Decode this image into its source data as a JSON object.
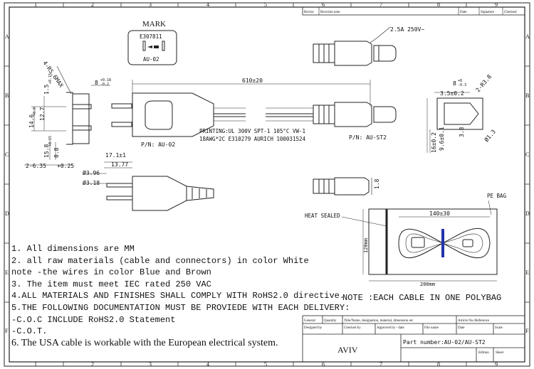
{
  "border": {
    "columns": [
      "1",
      "2",
      "3",
      "4",
      "5",
      "6",
      "7",
      "8",
      "9"
    ],
    "rows": [
      "A",
      "B",
      "C",
      "D",
      "E",
      "F"
    ]
  },
  "revision_header": {
    "revise": "Revise",
    "revision_note": "Revision note",
    "date": "Date",
    "signature": "Signature",
    "checked": "Checked"
  },
  "mark_box": {
    "title": "MARK",
    "code": "E307811",
    "part": "AU-02"
  },
  "dimensions": {
    "radius": "4-R5.6MAX",
    "pin_width": "8",
    "pin_width_tol_top": "+0.18",
    "pin_width_tol_bot": "-0.2",
    "blade_thickness": "1.5",
    "blade_thickness_tol": "+0.15",
    "height": "14.6",
    "height_tol": "+0.8",
    "blade_len": "12.7",
    "blade_len2": "15.8",
    "blade_len2_tol": "+0.15",
    "blade_gap": "0.8",
    "hole": "2-6.35",
    "hole_tol": "+0.25",
    "cable_len": "610±20",
    "d1": "17.1±1",
    "d2": "13.77",
    "dia1": "Ø3.96",
    "dia2": "Ø3.18",
    "rating": "2.5A  250V~",
    "r_d1": "8",
    "r_d1_tol": "+0",
    "r_d1_tol2": "-0.3",
    "r_d2": "3.5±0.2",
    "r_d3": "2-R3.8",
    "r_d4": "16±0.2",
    "r_d5": "9.6±0.1",
    "r_d6": "3.8",
    "r_d7": "Ø1.3",
    "r_d8": "1.8"
  },
  "labels": {
    "p_left": "P/N: AU-02",
    "p_right": "P/N: AU-ST2",
    "printing_1": "PRINTING:UL 300V SPT-1 105°C VW-1",
    "printing_2": "18AWG*2C E310279 AURICH 100031524",
    "heat_sealed": "HEAT SEALED",
    "pe_bag": "PE BAG",
    "bag_len": "140±30",
    "bag_w": "200mm",
    "bag_h": "120mm"
  },
  "notes": [
    "1. All dimensions are MM",
    "2. all raw materials (cable and connectors) in color White",
    "note  -the wires in color Blue and Brown",
    "3. The item must meet IEC rated 250 VAC",
    "4.ALL MATERIALS AND FINISHES SHALL COMPLY WITH RoHS2.0 directive.",
    "5.THE FOLLOWING DOCUMENTATION MUST BE PROVIEDE WITH EACH DELIVERY:",
    "-C.O.C INCLUDE RoHS2.0 Statement",
    "-C.O.T.",
    "6. The USA cable is workable with the European electrical system."
  ],
  "polybag_note": "NOTE   :EACH CABLE IN ONE POLYBAG",
  "title_block": {
    "general": "General",
    "quantity": "Quantity",
    "title_desc": "Title/Name, designation, material, dimension etc",
    "article": "Article No./Reference",
    "designed_by": "Designed by",
    "checked_by": "Checked by",
    "approved_by": "Approved by - date",
    "file_name": "File name",
    "date": "Date",
    "scale": "Scale",
    "company": "AVIV",
    "part_number": "Part number:AU-02/AU-ST2",
    "edition": "Edition",
    "sheet": "Sheet"
  }
}
